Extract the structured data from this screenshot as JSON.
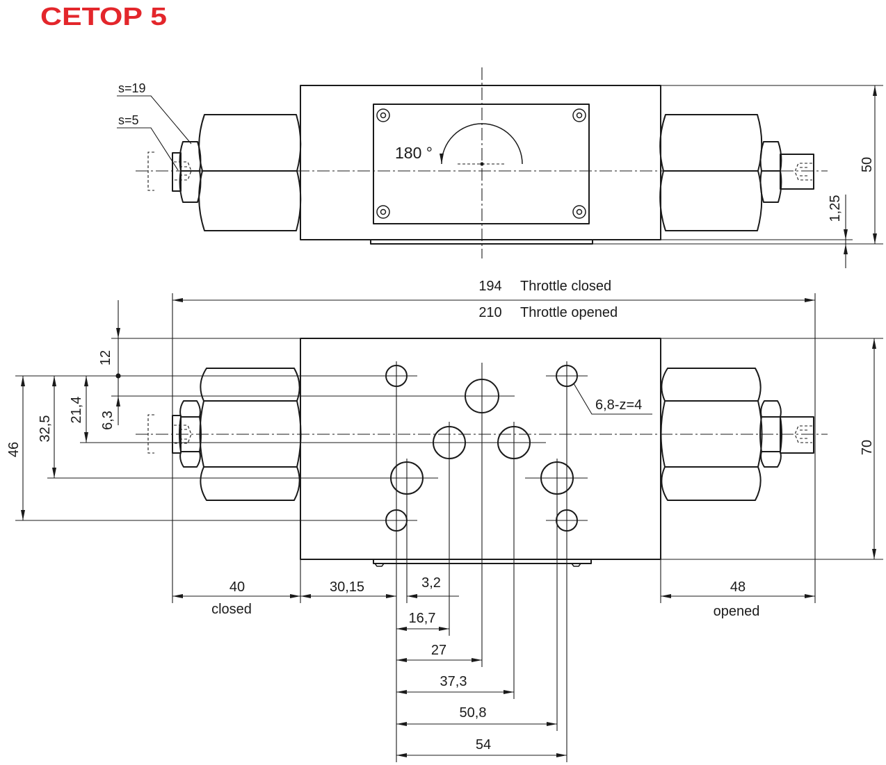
{
  "title": "CETOP 5",
  "colors": {
    "title": "#e3262b",
    "line": "#1a1a1a"
  },
  "top_view": {
    "label_s19": "s=19",
    "label_s5": "s=5",
    "rotation": "180 °",
    "dim_50": "50",
    "dim_1_25": "1,25"
  },
  "overall_length": {
    "closed_value": "194",
    "closed_text": "Throttle closed",
    "opened_value": "210",
    "opened_text": "Throttle opened"
  },
  "bottom_view": {
    "dim_70": "70",
    "dim_12": "12",
    "dim_6_3": "6,3",
    "dim_21_4": "21,4",
    "dim_32_5": "32,5",
    "dim_46": "46",
    "hole_callout": "6,8-z=4",
    "dim_40": "40",
    "closed": "closed",
    "dim_30_15": "30,15",
    "dim_3_2": "3,2",
    "dim_16_7": "16,7",
    "dim_27": "27",
    "dim_37_3": "37,3",
    "dim_50_8": "50,8",
    "dim_54": "54",
    "dim_48": "48",
    "opened": "opened"
  }
}
